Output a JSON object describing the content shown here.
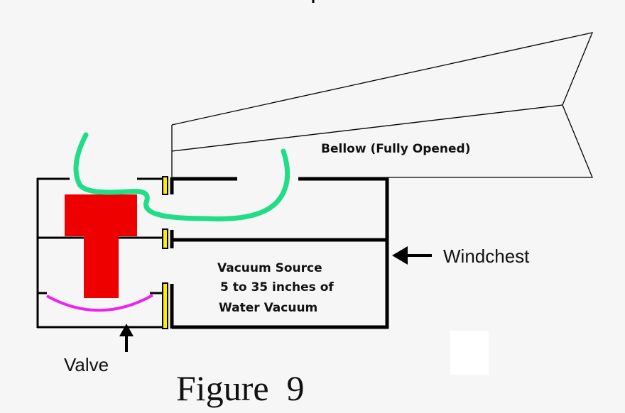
{
  "labels": {
    "bellow": "Bellow (Fully Opened)",
    "vacuum_line1": "Vacuum Source",
    "vacuum_line2": "5 to 35 inches of",
    "vacuum_line3": "Water Vacuum",
    "windchest": "Windchest",
    "valve": "Valve",
    "figure": "Figure  9"
  },
  "colors": {
    "outline": "#000000",
    "pipe_green": "#22dd88",
    "valve_red": "#ee0000",
    "diaphragm_magenta": "#ee22ee",
    "gasket_yellow": "#ffee00",
    "background": "#f6f6f6"
  }
}
